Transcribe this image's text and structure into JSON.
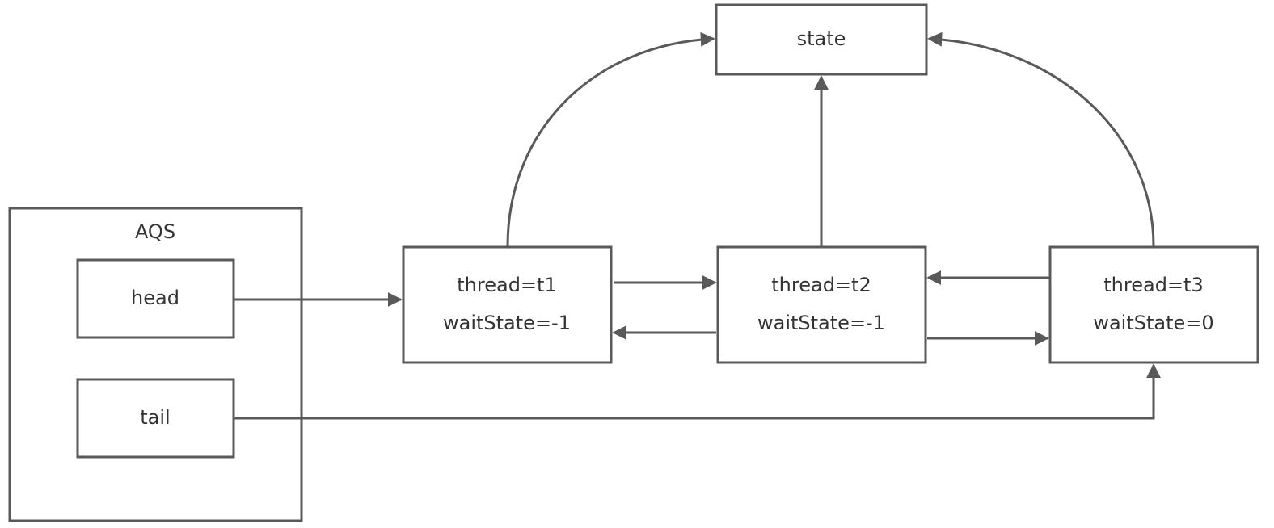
{
  "diagram": {
    "aqs": {
      "title": "AQS",
      "head": "head",
      "tail": "tail"
    },
    "state": "state",
    "nodes": [
      {
        "thread": "thread=t1",
        "wait_state": "waitState=-1"
      },
      {
        "thread": "thread=t2",
        "wait_state": "waitState=-1"
      },
      {
        "thread": "thread=t3",
        "wait_state": "waitState=0"
      }
    ],
    "colors": {
      "line": "#595959",
      "text": "#333333",
      "background": "#ffffff"
    }
  }
}
